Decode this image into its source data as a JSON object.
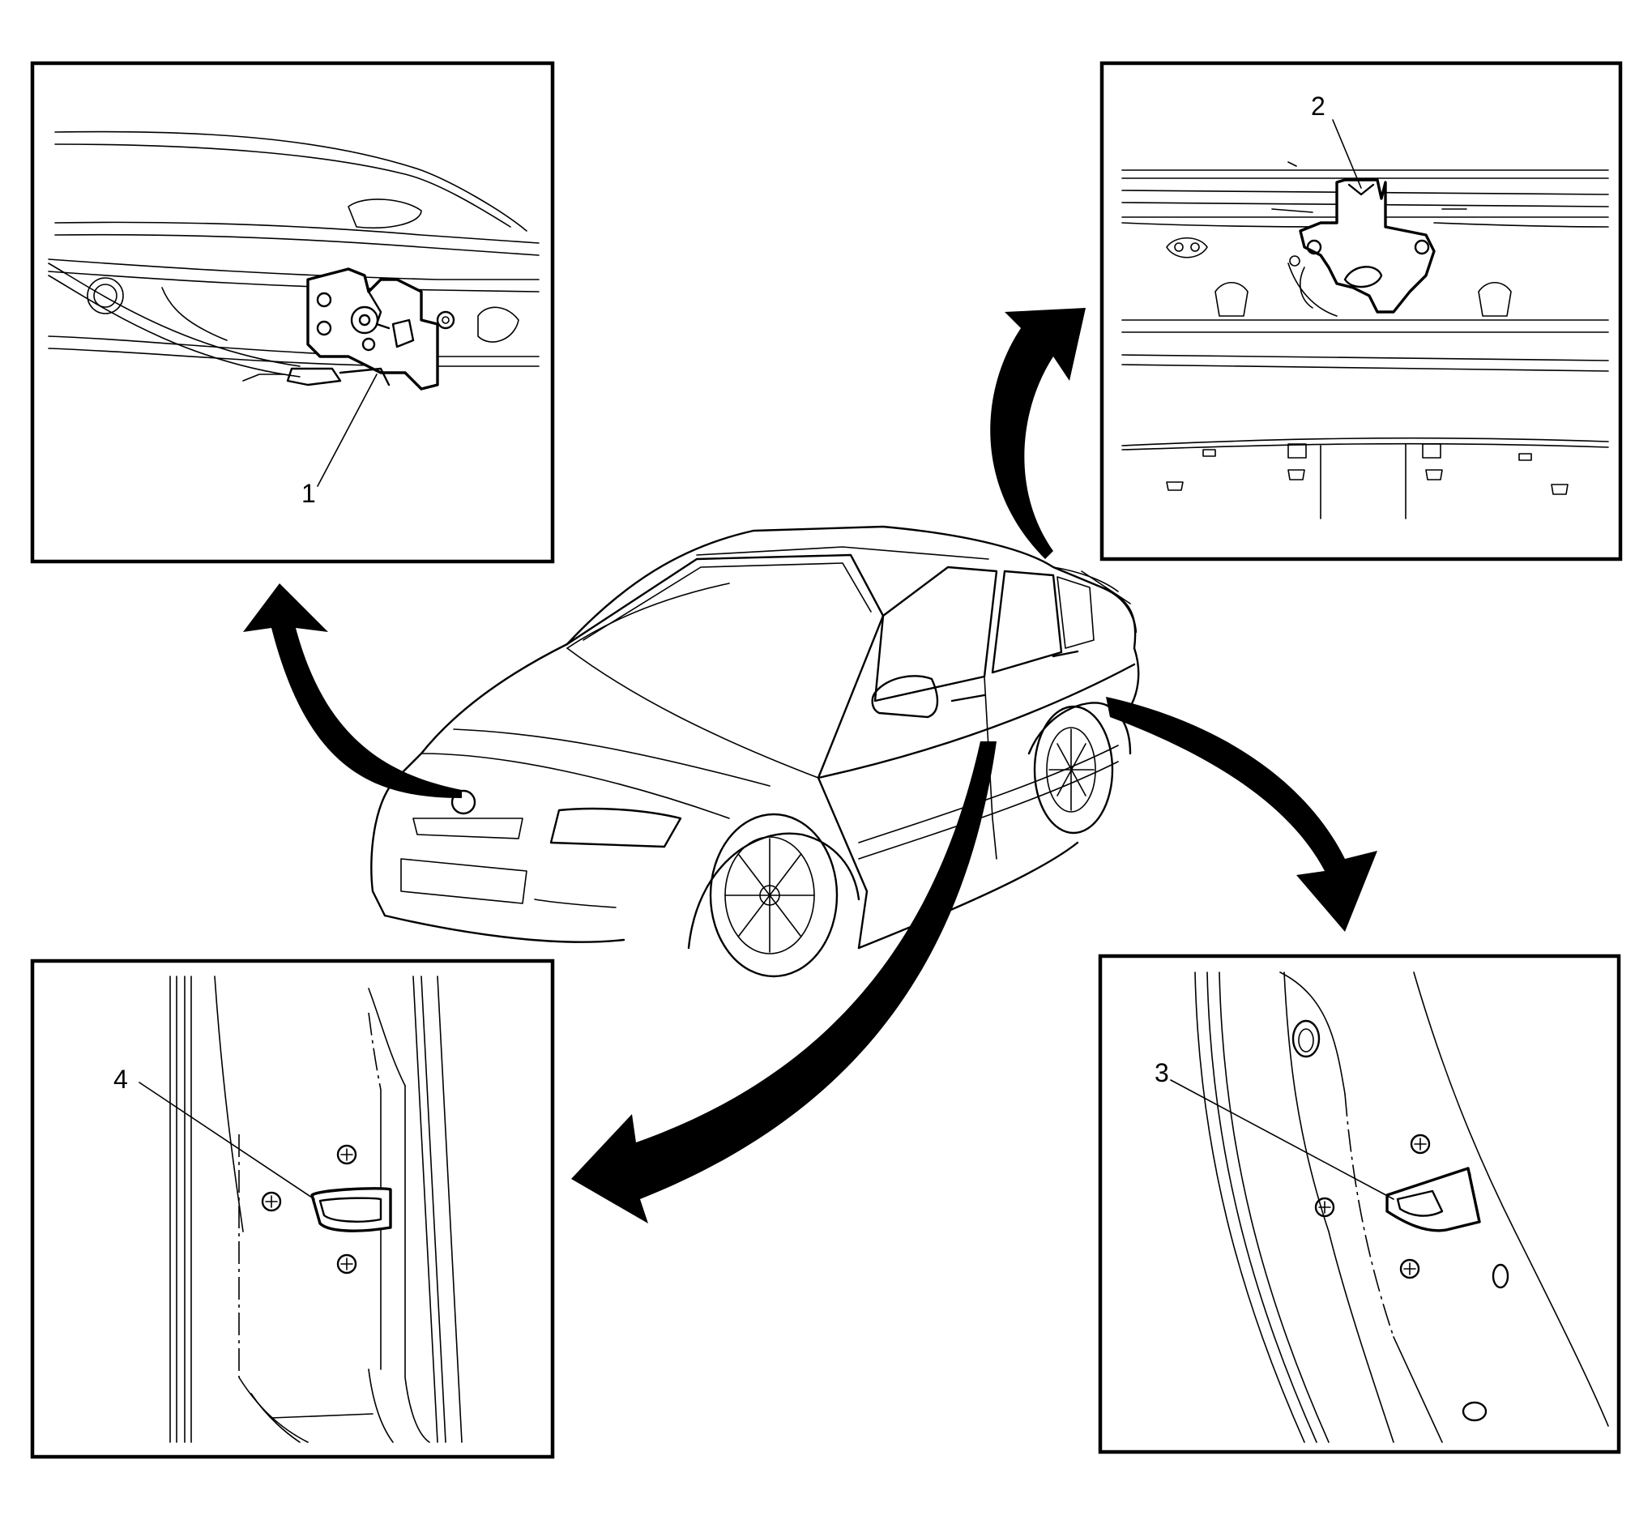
{
  "callouts": [
    {
      "id": "1",
      "label": "1"
    },
    {
      "id": "2",
      "label": "2"
    },
    {
      "id": "3",
      "label": "3"
    },
    {
      "id": "4",
      "label": "4"
    }
  ],
  "insets": [
    {
      "name": "hood-latch-inset",
      "callout": "1"
    },
    {
      "name": "trunk-lid-latch-inset",
      "callout": "2"
    },
    {
      "name": "rear-door-striker-inset",
      "callout": "3"
    },
    {
      "name": "front-door-striker-inset",
      "callout": "4"
    }
  ],
  "colors": {
    "ink": "#000000",
    "paper": "#ffffff"
  }
}
